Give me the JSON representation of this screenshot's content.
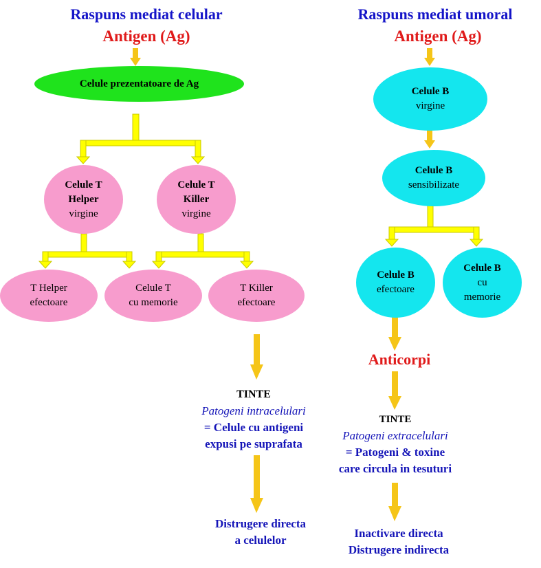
{
  "left": {
    "title": "Raspuns mediat celular",
    "antigen": "Antigen (Ag)",
    "apc": "Celule prezentatoare de Ag",
    "th": {
      "l1": "Celule T",
      "l2": "Helper",
      "l3": "virgine"
    },
    "tk": {
      "l1": "Celule T",
      "l2": "Killer",
      "l3": "virgine"
    },
    "th_eff": {
      "l1": "T Helper",
      "l2": "efectoare"
    },
    "t_mem": {
      "l1": "Celule T",
      "l2": "cu memorie"
    },
    "tk_eff": {
      "l1": "T Killer",
      "l2": "efectoare"
    },
    "targets": {
      "heading": "TINTE",
      "l1": "Patogeni intracelulari",
      "l2": "= Celule cu antigeni",
      "l3": "expusi pe suprafata"
    },
    "outcome": {
      "l1": "Distrugere directa",
      "l2": "a celulelor"
    }
  },
  "right": {
    "title": "Raspuns mediat umoral",
    "antigen": "Antigen (Ag)",
    "b_virgin": {
      "l1": "Celule B",
      "l2": "virgine"
    },
    "b_sens": {
      "l1": "Celule B",
      "l2": "sensibilizate"
    },
    "b_eff": {
      "l1": "Celule B",
      "l2": "efectoare"
    },
    "b_mem": {
      "l1": "Celule B",
      "l2": "cu",
      "l3": "memorie"
    },
    "antibodies": "Anticorpi",
    "targets": {
      "heading": "TINTE",
      "l1": "Patogeni extracelulari",
      "l2": "= Patogeni & toxine",
      "l3": "care circula in tesuturi"
    },
    "outcome": {
      "l1": "Inactivare directa",
      "l2": "Distrugere indirecta"
    }
  },
  "colors": {
    "title": "#1515c8",
    "antigen": "#e01a1a",
    "apc": "#1fe31c",
    "t_cells": "#f79ccd",
    "b_cells": "#14e6ee",
    "connector": "#ffff00",
    "arrow": "#f5c518"
  }
}
